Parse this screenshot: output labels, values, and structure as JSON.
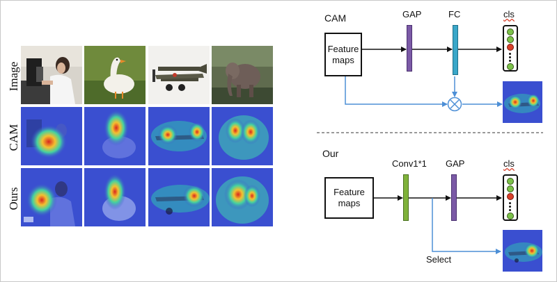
{
  "rows": {
    "image": "Image",
    "cam": "CAM",
    "ours": "Ours"
  },
  "top": {
    "section": "CAM",
    "box": "Feature\nmaps",
    "gap": "GAP",
    "fc": "FC",
    "cls": "cls"
  },
  "bottom": {
    "section": "Our",
    "box": "Feature\nmaps",
    "conv": "Conv1*1",
    "gap": "GAP",
    "cls": "cls",
    "select": "Select"
  },
  "colors": {
    "arrow": "#111111",
    "blue_arrow": "#4d8fd6",
    "gap_bar": "#7b5aa6",
    "fc_bar": "#3aa7c9",
    "conv_bar": "#7fb23a",
    "dot_green": "#7cc24a",
    "dot_red": "#d9402b",
    "heat_bg": "#3a4fd0"
  }
}
